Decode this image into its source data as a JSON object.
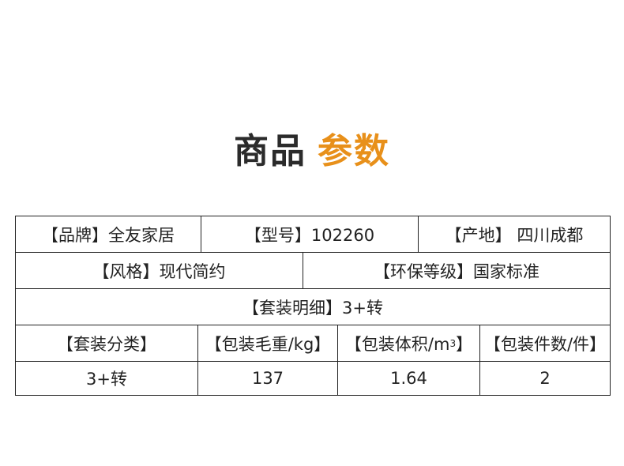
{
  "title": {
    "part1": "商品",
    "part2": "参数"
  },
  "row1": {
    "brand": "【品牌】全友家居",
    "model": "【型号】102260",
    "origin": "【产地】 四川成都"
  },
  "row2": {
    "style": "【风格】现代简约",
    "eco": "【环保等级】国家标准"
  },
  "row3": {
    "set_detail": "【套装明细】3+转"
  },
  "row4": {
    "category_header": "【套装分类】",
    "weight_header": "【包装毛重/kg】",
    "volume_header_prefix": "【包装体积/m",
    "volume_header_sup": "3",
    "volume_header_suffix": "】",
    "pieces_header": "【包装件数/件】"
  },
  "row5": {
    "category": "3+转",
    "weight": "137",
    "volume": "1.64",
    "pieces": "2"
  },
  "colors": {
    "title_dark": "#2b2b2b",
    "title_accent": "#e8901a",
    "border": "#222222"
  }
}
